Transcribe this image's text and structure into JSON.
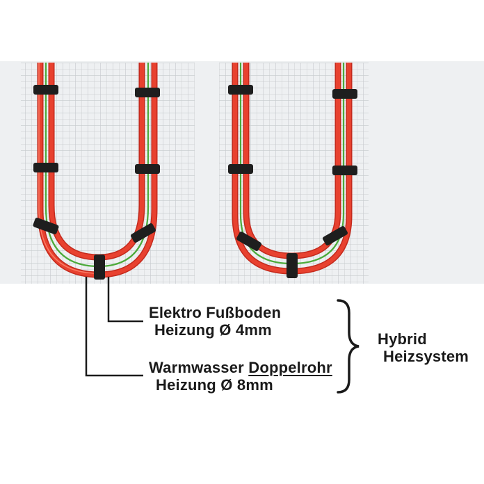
{
  "labels": {
    "elektro_line1": "Elektro Fußboden",
    "elektro_line2": "Heizung Ø 4mm",
    "warmwasser_prefix": "Warmwasser ",
    "warmwasser_underlined": "Doppelrohr",
    "warmwasser_line2": "Heizung Ø 8mm",
    "hybrid_line1": "Hybrid",
    "hybrid_line2": "Heizsystem"
  },
  "colors": {
    "pipe_red": "#e8412f",
    "pipe_red_highlight": "#ff8a72",
    "heating_cable_green": "#4caa3a",
    "clip_black": "#1e1e1e",
    "mesh_line": "#c9ccd0",
    "text": "#1a1a1a"
  }
}
